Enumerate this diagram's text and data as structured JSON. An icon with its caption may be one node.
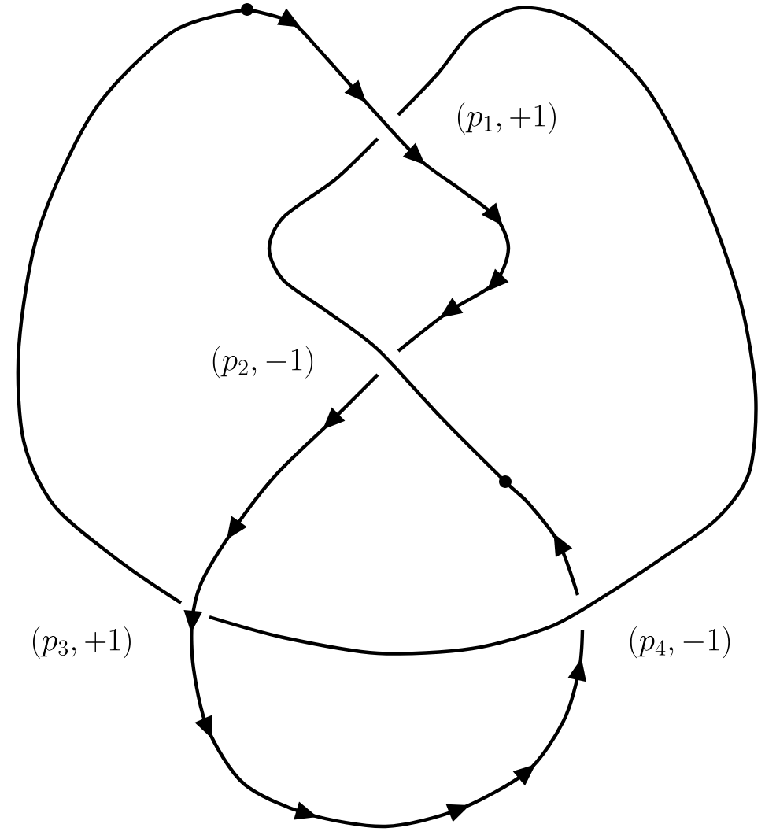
{
  "diagram": {
    "labels": [
      "(p_1,+1)",
      "(p_2,-1)",
      "(p_3,+1)",
      "(p_4,-1)"
    ]
  }
}
